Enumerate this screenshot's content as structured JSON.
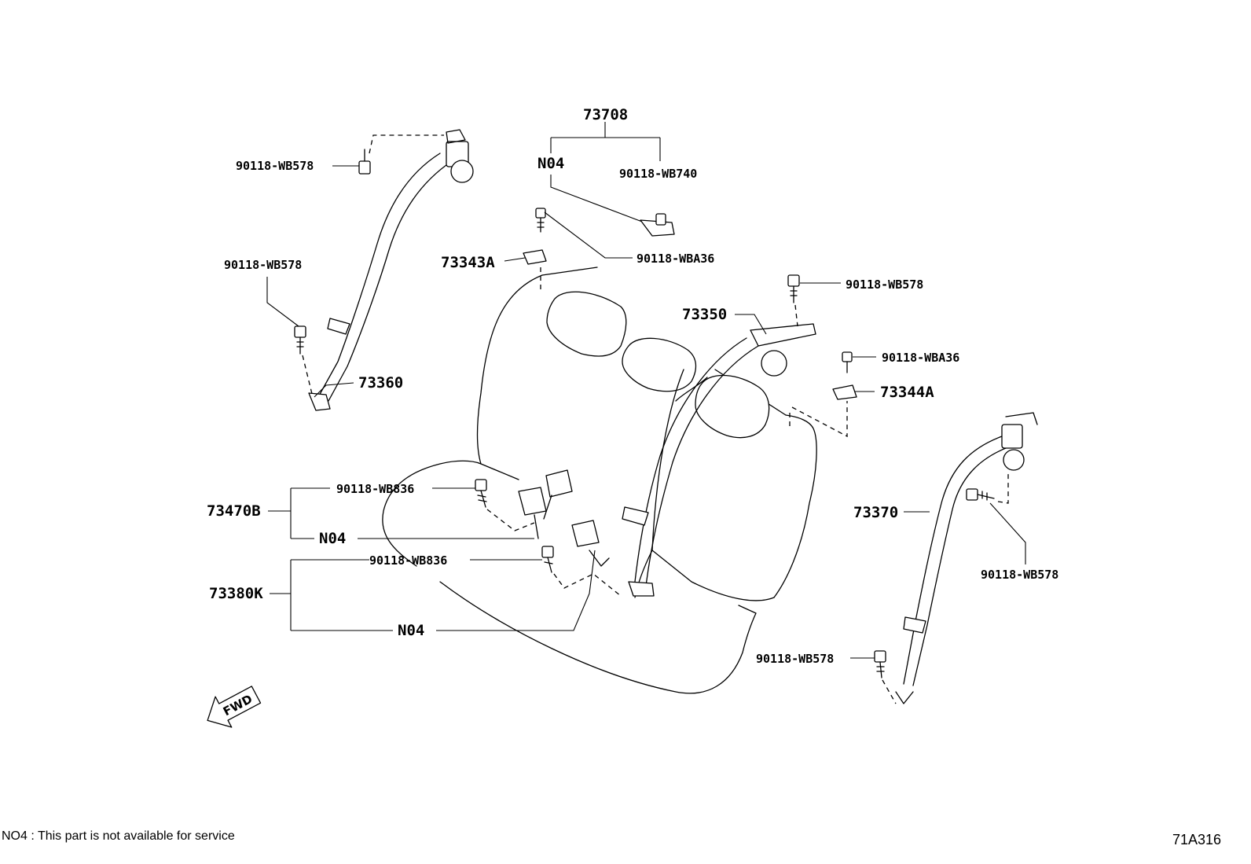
{
  "callouts": {
    "c73708": "73708",
    "cN04_top": "N04",
    "c90118_WB740": "90118-WB740",
    "c90118_WBA36_top": "90118-WBA36",
    "c73343A": "73343A",
    "c90118_WB578_tl": "90118-WB578",
    "c90118_WB578_ml": "90118-WB578",
    "c73360": "73360",
    "c73350": "73350",
    "c90118_WB578_tr": "90118-WB578",
    "c90118_WBA36_r": "90118-WBA36",
    "c73344A": "73344A",
    "c73470B": "73470B",
    "c90118_WB836_a": "90118-WB836",
    "cN04_mid": "N04",
    "c73380K": "73380K",
    "c90118_WB836_b": "90118-WB836",
    "cN04_low": "N04",
    "c73370": "73370",
    "c90118_WB578_rr": "90118-WB578",
    "c90118_WB578_rb": "90118-WB578"
  },
  "fwd_label": "FWD",
  "footnote": "NO4 : This part is not available for service",
  "figure_code": "71A316"
}
